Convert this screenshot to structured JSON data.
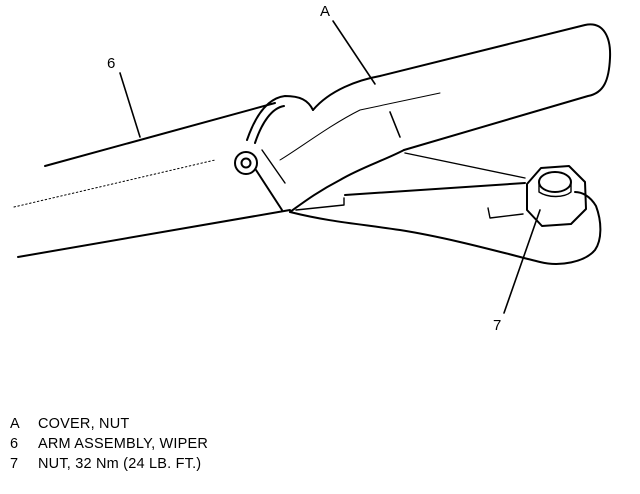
{
  "callouts": {
    "cover_nut": "A",
    "arm_assembly": "6",
    "nut": "7"
  },
  "legend": [
    {
      "key": "A",
      "text": "COVER, NUT"
    },
    {
      "key": "6",
      "text": "ARM ASSEMBLY, WIPER"
    },
    {
      "key": "7",
      "text": "NUT, 32 Nm (24 LB. FT.)"
    }
  ],
  "colors": {
    "line": "#000000",
    "background": "#ffffff"
  }
}
